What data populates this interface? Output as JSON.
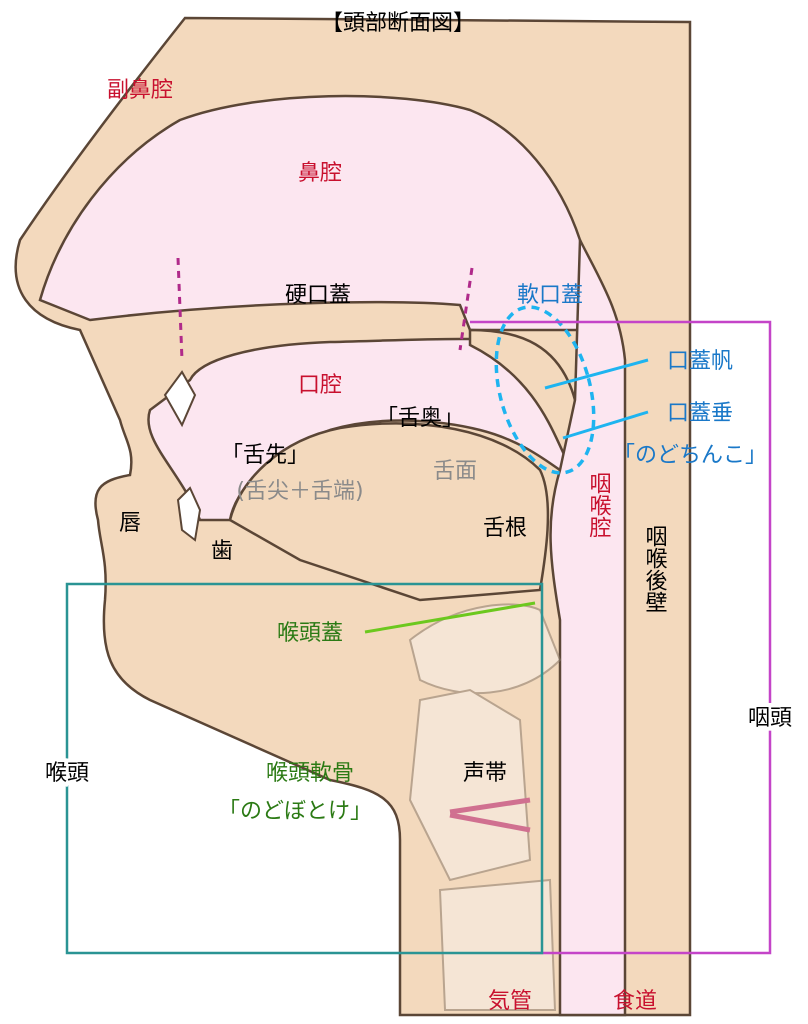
{
  "title": "【頭部断面図】",
  "colors": {
    "skin": "#f3d9bd",
    "cavity": "#fce6f0",
    "outline": "#5b4636",
    "red": "#c8102e",
    "blue": "#1a78c8",
    "green": "#2b7a14",
    "gray": "#8a8a8a",
    "pharynx_box": "#c444c8",
    "larynx_box": "#2a9494",
    "pointer_blue": "#1eb4f0",
    "pointer_green": "#6cc81e"
  },
  "labels": {
    "paranasal_sinus": "副鼻腔",
    "nasal_cavity": "鼻腔",
    "hard_palate": "硬口蓋",
    "soft_palate": "軟口蓋",
    "oral_cavity": "口腔",
    "velum": "口蓋帆",
    "uvula": "口蓋垂",
    "uvula_common": "「のどちんこ」",
    "tongue_back": "「舌奥」",
    "tongue_tip": "「舌先」",
    "tongue_tip_detail": "(舌尖＋舌端)",
    "tongue_surface": "舌面",
    "lips": "唇",
    "teeth": "歯",
    "tongue_root": "舌根",
    "pharyngeal_cavity": "咽喉腔",
    "posterior_pharyngeal_wall": "咽喉後壁",
    "epiglottis": "喉頭蓋",
    "pharynx": "咽頭",
    "larynx": "喉頭",
    "laryngeal_cartilage": "喉頭軟骨",
    "adams_apple": "「のどぼとけ」",
    "vocal_cords": "声帯",
    "trachea": "気管",
    "esophagus": "食道"
  }
}
